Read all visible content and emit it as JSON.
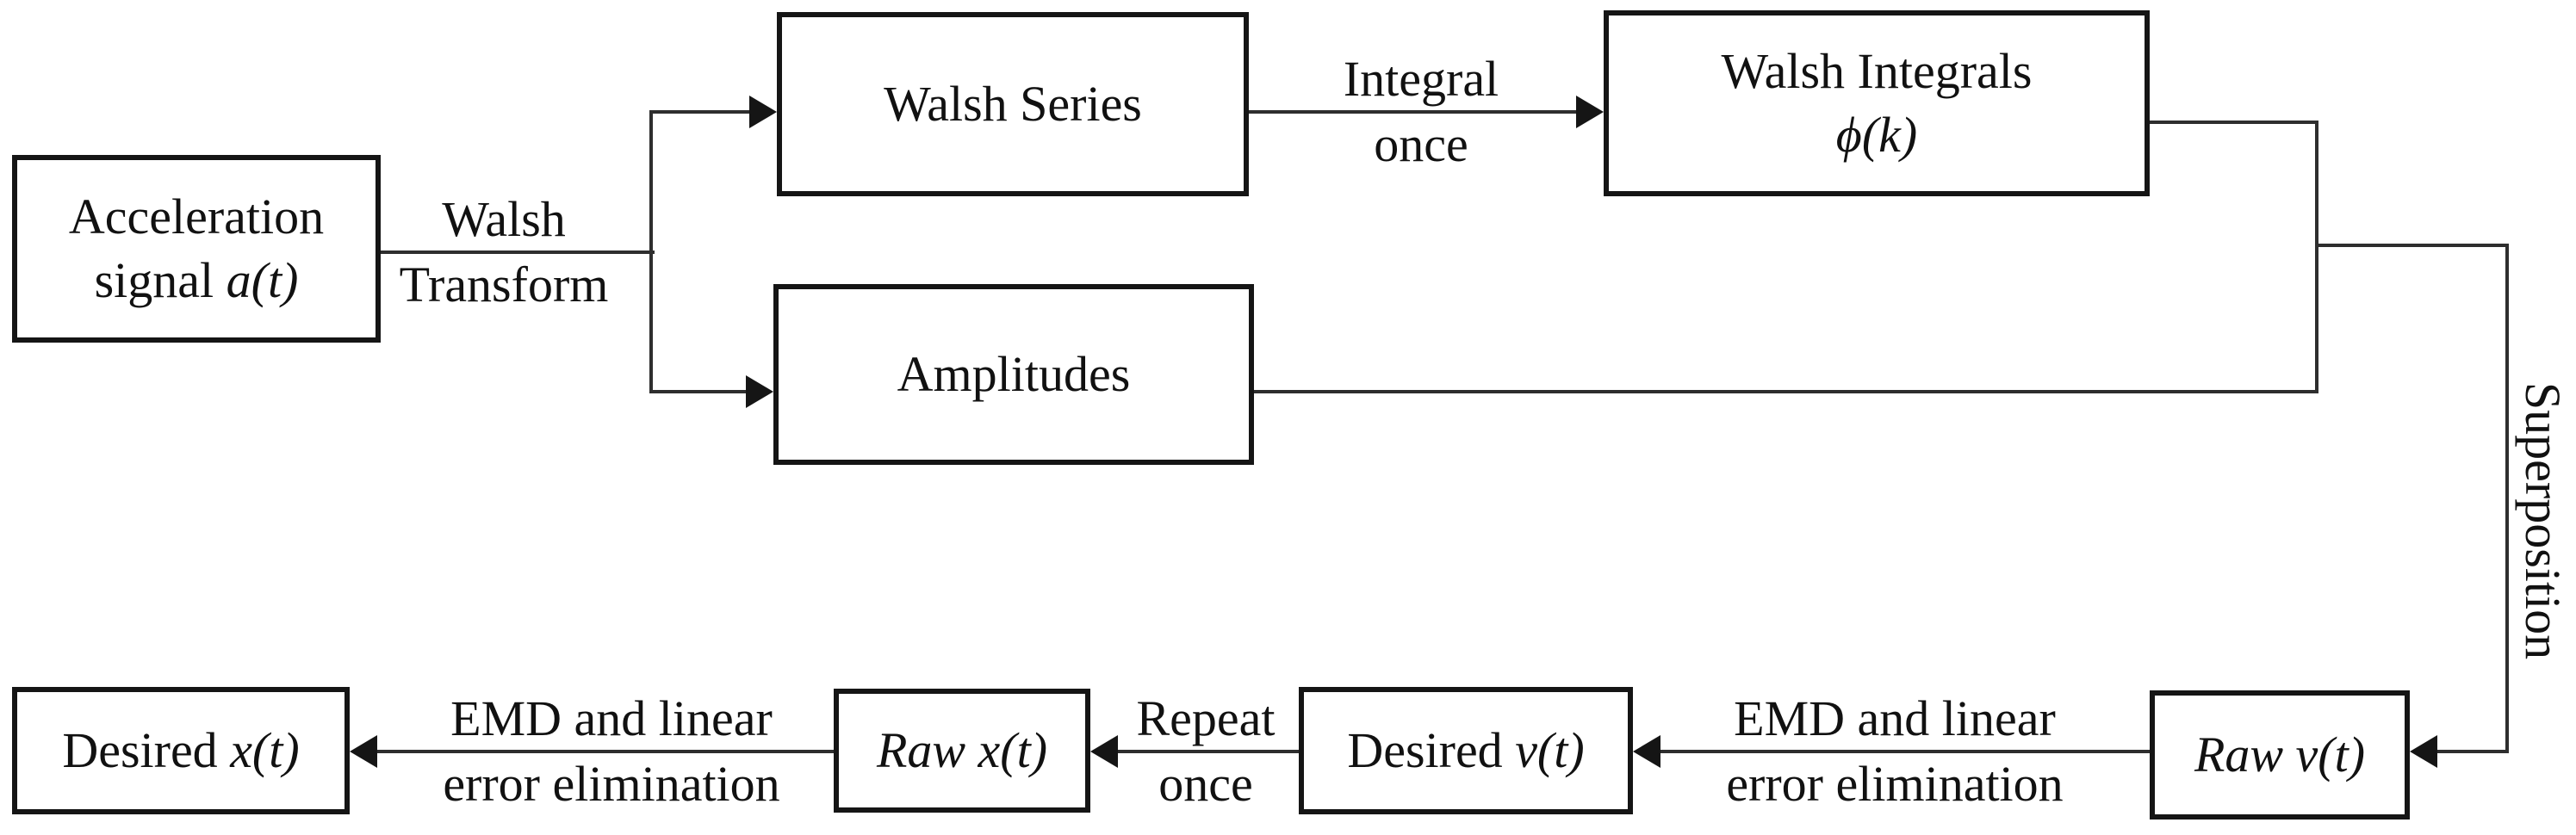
{
  "colors": {
    "ink": "#151515",
    "connector": "#2e2e2e",
    "background": "#ffffff"
  },
  "nodes": {
    "acceleration": {
      "line1": "Acceleration",
      "line2_text": "signal ",
      "line2_math": "a(t)"
    },
    "walsh_series": {
      "label": "Walsh Series"
    },
    "walsh_integrals": {
      "line1": "Walsh Integrals",
      "line2_math": "ϕ(k)"
    },
    "amplitudes": {
      "label": "Amplitudes"
    },
    "desired_x": {
      "text": "Desired ",
      "math": "x(t)"
    },
    "raw_x": {
      "math": "Raw x(t)"
    },
    "desired_v": {
      "text": "Desired ",
      "math": "v(t)"
    },
    "raw_v": {
      "math": "Raw v(t)"
    }
  },
  "edge_labels": {
    "walsh_transform": {
      "line1": "Walsh",
      "line2": "Transform"
    },
    "integral_once": {
      "line1": "Integral",
      "line2": "once"
    },
    "superposition": {
      "label": "Superposition"
    },
    "emd_left": {
      "line1": "EMD and linear",
      "line2": "error elimination"
    },
    "repeat_once": {
      "line1": "Repeat",
      "line2": "once"
    },
    "emd_right": {
      "line1": "EMD and linear",
      "line2": "error elimination"
    }
  }
}
